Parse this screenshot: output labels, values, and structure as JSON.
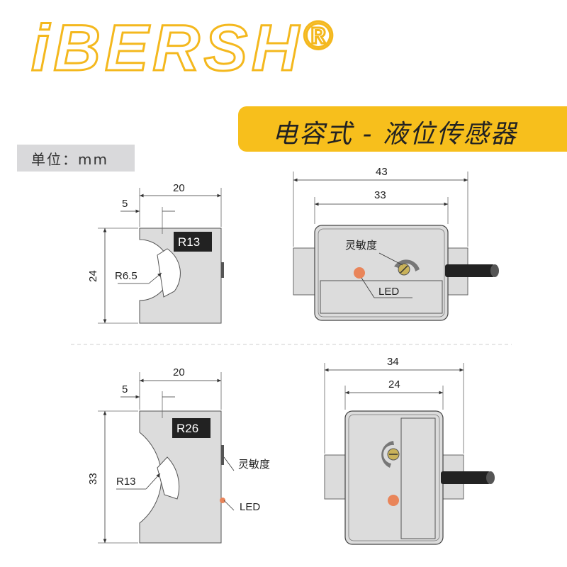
{
  "brand": {
    "logo_text": "iBERSH",
    "registered_mark": "®"
  },
  "title": "电容式 - 液位传感器",
  "unit_label": "单位：mm",
  "top_side": {
    "width": "20",
    "offset": "5",
    "height": "24",
    "radius": "R6.5",
    "tag": "R13"
  },
  "top_front": {
    "outer_width": "43",
    "inner_width": "33",
    "sensitivity_label": "灵敏度",
    "led_label": "LED"
  },
  "bottom_side": {
    "width": "20",
    "offset": "5",
    "height": "33",
    "radius": "R13",
    "tag": "R26",
    "sensitivity_label": "灵敏度",
    "led_label": "LED"
  },
  "bottom_front": {
    "outer_width": "34",
    "inner_width": "24"
  },
  "colors": {
    "accent": "#f7bf1c",
    "logo_outline": "#f4b81e",
    "body": "#dcdcdc",
    "led": "#e9855a",
    "screw": "#c9b25a"
  }
}
